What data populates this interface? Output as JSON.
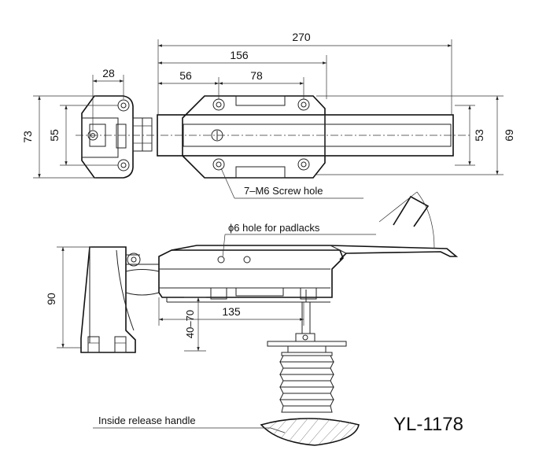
{
  "drawing": {
    "model": "YL-1178",
    "top_view": {
      "dims": {
        "total_length": "270",
        "length_156": "156",
        "spacing_56": "56",
        "spacing_78": "78",
        "hinge_width": "28",
        "height_73": "73",
        "height_55": "55",
        "height_53": "53",
        "height_69": "69"
      },
      "callout": "7–M6 Screw hole"
    },
    "side_view": {
      "dims": {
        "height_90": "90",
        "length_135": "135",
        "range_40_70": "40–70"
      },
      "callout_padlock": "ϕ6  hole for padlacks",
      "callout_release": "Inside release handle"
    }
  }
}
